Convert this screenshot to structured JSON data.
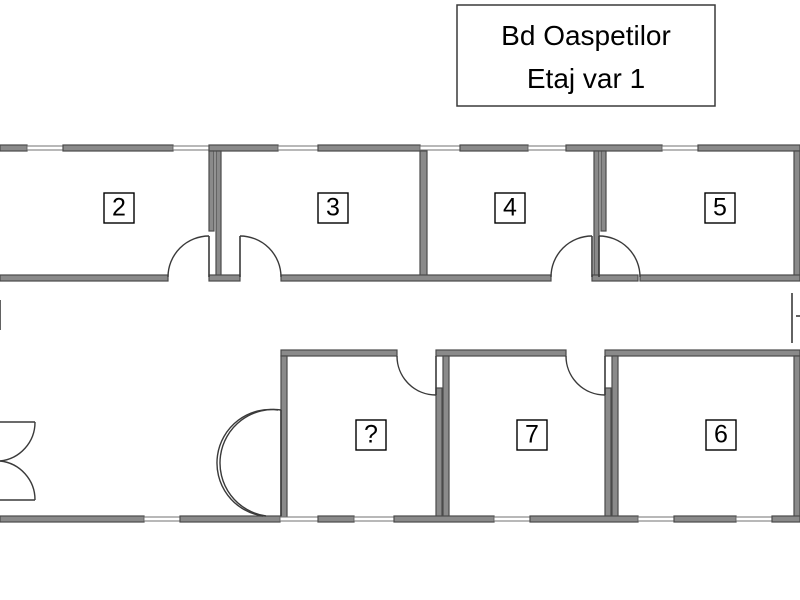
{
  "title": {
    "line1": "Bd Oaspetilor",
    "line2": "Etaj  var 1"
  },
  "rooms": [
    {
      "id": "room-2",
      "label": "2"
    },
    {
      "id": "room-3",
      "label": "3"
    },
    {
      "id": "room-4",
      "label": "4"
    },
    {
      "id": "room-5",
      "label": "5"
    },
    {
      "id": "room-unknown",
      "label": "?"
    },
    {
      "id": "room-7",
      "label": "7"
    },
    {
      "id": "room-6",
      "label": "6"
    }
  ],
  "colors": {
    "wall_fill": "#8a8a8a",
    "wall_outline": "#4a4a4a",
    "background": "#ffffff",
    "text": "#000000"
  }
}
